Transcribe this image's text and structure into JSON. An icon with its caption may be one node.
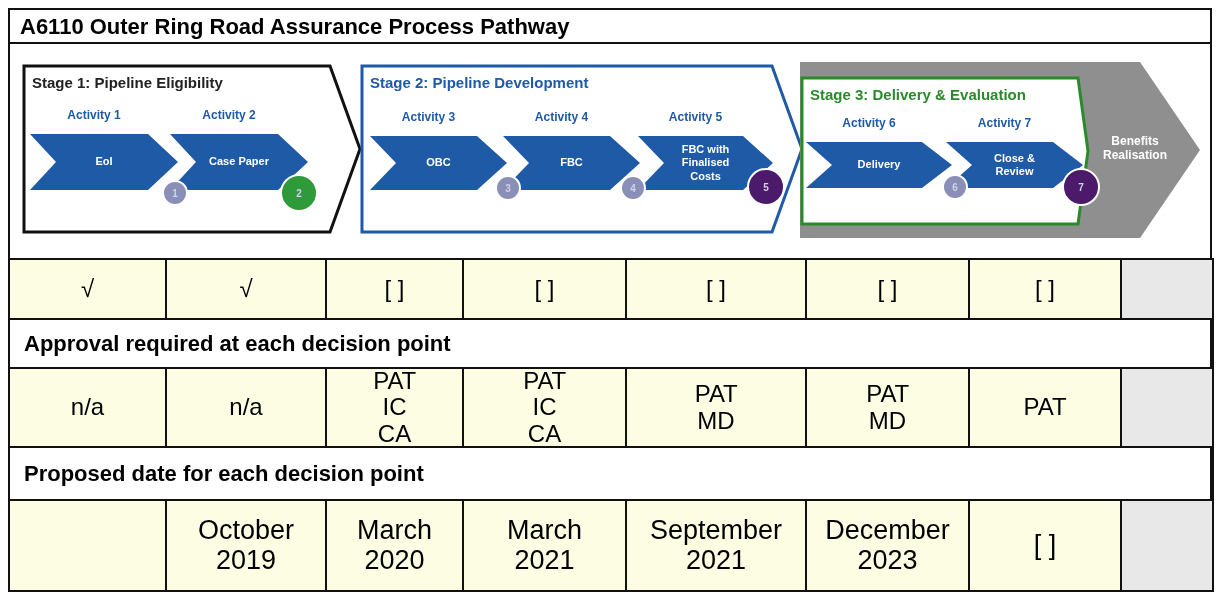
{
  "diagram": {
    "title": "A6110 Outer Ring Road Assurance Process Pathway",
    "nodes": [
      {
        "text": [
          "Stage 1: Pipeline Eligibility"
        ]
      },
      {
        "text": [
          "Activity 1",
          "EoI"
        ],
        "in": 0
      },
      {
        "text": [
          "1"
        ],
        "in": 0
      },
      {
        "text": [
          "Activity 2",
          "Case Paper"
        ],
        "in": 0
      },
      {
        "text": [
          "2"
        ],
        "in": 0
      },
      {
        "text": [
          "Stage 2: Pipeline Development"
        ]
      },
      {
        "text": [
          "Activity 3",
          "OBC"
        ],
        "in": 5
      },
      {
        "text": [
          "3"
        ],
        "in": 5
      },
      {
        "text": [
          "Activity 4",
          "FBC"
        ],
        "in": 5
      },
      {
        "text": [
          "4"
        ],
        "in": 5
      },
      {
        "text": [
          "Activity 5",
          "FBC with Finalised Costs"
        ],
        "in": 5
      },
      {
        "text": [
          "5"
        ],
        "in": 5
      },
      {
        "text": [
          "Benefits Realisation"
        ]
      },
      {
        "text": [
          "Stage 3: Delivery & Evaluation"
        ],
        "in": 12
      },
      {
        "text": [
          "Activity 6",
          "Delivery"
        ],
        "in": 13
      },
      {
        "text": [
          "6"
        ],
        "in": 13
      },
      {
        "text": [
          "Activity 7",
          "Close & Review"
        ],
        "in": 13
      },
      {
        "text": [
          "7"
        ],
        "in": 13
      }
    ],
    "edges": [],
    "labels": [
      "√",
      "√",
      "[ ]",
      "[ ]",
      "[ ]",
      "[ ]",
      "[ ]",
      "Approval required at each decision point",
      "n/a",
      "n/a",
      "PAT IC CA",
      "PAT IC CA",
      "PAT MD",
      "PAT MD",
      "PAT",
      "Proposed date for each decision point",
      "October 2019",
      "March 2020",
      "March 2021",
      "September 2021",
      "December 2023",
      "[ ]"
    ]
  }
}
